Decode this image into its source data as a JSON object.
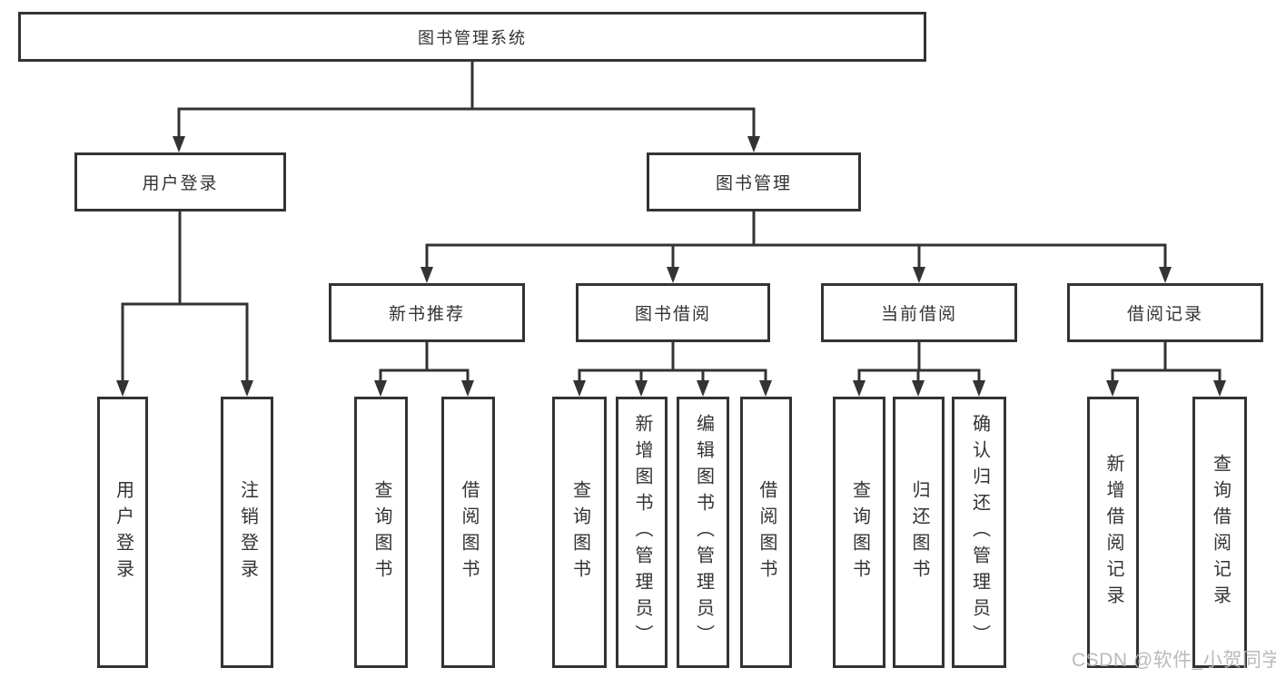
{
  "diagram": {
    "root": {
      "label": "图书管理系统"
    },
    "level2": [
      {
        "id": "user-login",
        "label": "用户登录"
      },
      {
        "id": "book-management",
        "label": "图书管理"
      }
    ],
    "level3": [
      {
        "id": "new-book-recommend",
        "label": "新书推荐",
        "parent": "book-management"
      },
      {
        "id": "book-borrowing",
        "label": "图书借阅",
        "parent": "book-management"
      },
      {
        "id": "current-borrowing",
        "label": "当前借阅",
        "parent": "book-management"
      },
      {
        "id": "borrowing-records",
        "label": "借阅记录",
        "parent": "book-management"
      }
    ],
    "leaves": [
      {
        "label": "用户登录",
        "parent": "user-login"
      },
      {
        "label": "注销登录",
        "parent": "user-login"
      },
      {
        "label": "查询图书",
        "parent": "new-book-recommend"
      },
      {
        "label": "借阅图书",
        "parent": "new-book-recommend"
      },
      {
        "label": "查询图书",
        "parent": "book-borrowing"
      },
      {
        "label": "新增图书（管理员）",
        "parent": "book-borrowing"
      },
      {
        "label": "编辑图书（管理员）",
        "parent": "book-borrowing"
      },
      {
        "label": "借阅图书",
        "parent": "book-borrowing"
      },
      {
        "label": "查询图书",
        "parent": "current-borrowing"
      },
      {
        "label": "归还图书",
        "parent": "current-borrowing"
      },
      {
        "label": "确认归还（管理员）",
        "parent": "current-borrowing"
      },
      {
        "label": "新增借阅记录",
        "parent": "borrowing-records"
      },
      {
        "label": "查询借阅记录",
        "parent": "borrowing-records"
      }
    ]
  },
  "watermark": {
    "text": "CSDN @软件_小贺同学",
    "color": "#b3b3b3"
  },
  "colors": {
    "line": "#333333",
    "box_border": "#333333",
    "text": "#333333",
    "background": "#ffffff"
  }
}
